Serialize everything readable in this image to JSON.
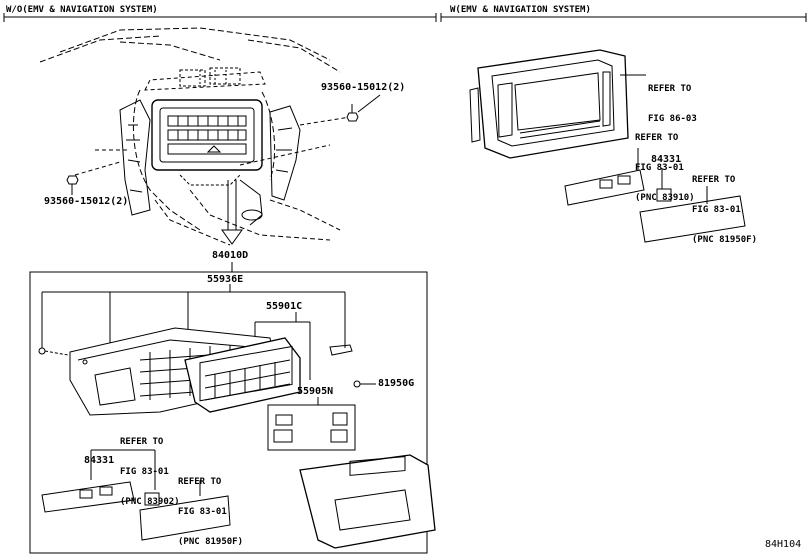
{
  "sections": {
    "left_header": "W/O(EMV & NAVIGATION SYSTEM)",
    "right_header": "W(EMV & NAVIGATION SYSTEM)"
  },
  "callouts": {
    "bolt_right": "93560-15012(2)",
    "bolt_left": "93560-15012(2)",
    "assembly": "84010D",
    "panel_55936E": "55936E",
    "panel_55901C": "55901C",
    "bracket_55905N": "55905N",
    "screw_81950G": "81950G",
    "switch_84331_left": "84331",
    "switch_84331_right": "84331"
  },
  "references": {
    "nav_fig": [
      "REFER TO",
      "FIG 86-03"
    ],
    "right_switch": [
      "REFER TO",
      "FIG 83-01",
      "(PNC 83910)"
    ],
    "right_plate": [
      "REFER TO",
      "FIG 83-01",
      "(PNC 81950F)"
    ],
    "left_switch": [
      "REFER TO",
      "FIG 83-01",
      "(PNC 83902)"
    ],
    "left_plate": [
      "REFER TO",
      "FIG 83-01",
      "(PNC 81950F)"
    ]
  },
  "diagram_id": "84H104"
}
